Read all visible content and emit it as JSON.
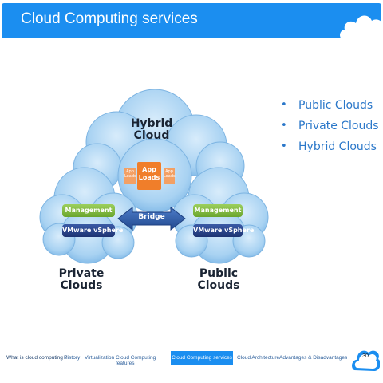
{
  "slide": {
    "title": "Cloud Computing services",
    "page_number": "30"
  },
  "diagram": {
    "hybrid_label": [
      "Hybrid",
      "Cloud"
    ],
    "private_label": [
      "Private",
      "Clouds"
    ],
    "public_label": [
      "Public",
      "Clouds"
    ],
    "app_main": [
      "App",
      "Loads"
    ],
    "app_small": [
      "App",
      "Loads"
    ],
    "management_label": "Management",
    "vmware_label": "VMware vSphere",
    "bridge_label": "Bridge",
    "colors": {
      "cloud_fill": "#a8d2f2",
      "cloud_edge": "#6aa7dc",
      "app_orange": "#f07e2a",
      "management_green": "#7cb83c",
      "vmware_navy": "#23397a",
      "bridge_blue": "#2f5fae"
    }
  },
  "bullets": [
    "Public Clouds",
    "Private Clouds",
    "Hybrid Clouds"
  ],
  "footer_nav": {
    "items": [
      "What is cloud computing ?",
      "History",
      "Virtualization",
      "Cloud Computing features",
      "Cloud Computing services",
      "Cloud Architecture",
      "Advantages & Disadvantages"
    ],
    "active_index": 4
  },
  "theme": {
    "banner_blue": "#1b8ef0",
    "bullet_blue": "#2a77c9"
  }
}
